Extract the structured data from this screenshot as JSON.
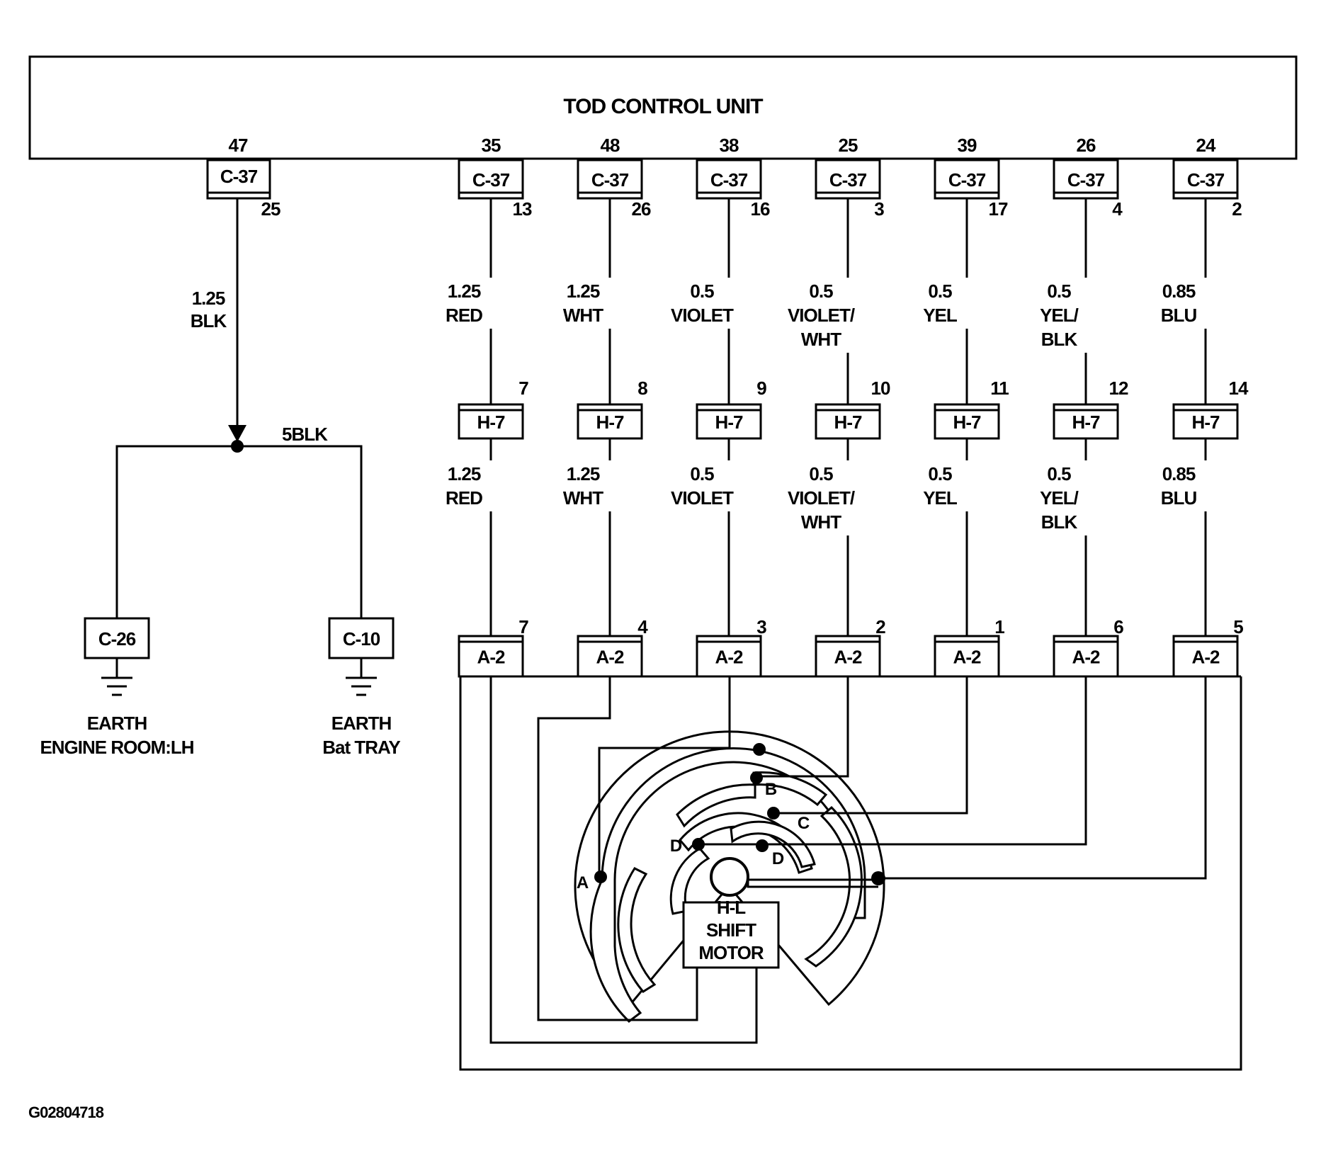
{
  "control_unit": {
    "title": "TOD CONTROL UNIT"
  },
  "ground_circuit": {
    "unit_pin": "47",
    "connector": "C-37",
    "connector_pin": "25",
    "wire_size": "1.25",
    "wire_color": "BLK",
    "splice_label": "5BLK",
    "grounds": [
      {
        "connector": "C-26",
        "label_line1": "EARTH",
        "label_line2": "ENGINE ROOM:LH"
      },
      {
        "connector": "C-10",
        "label_line1": "EARTH",
        "label_line2": "Bat TRAY"
      }
    ]
  },
  "circuits": [
    {
      "unit_pin": "35",
      "c37": "C-37",
      "c37_pin": "13",
      "size": "1.25",
      "color": [
        "RED"
      ],
      "h7": "H-7",
      "h7_pin": "7",
      "a2": "A-2",
      "a2_pin": "7"
    },
    {
      "unit_pin": "48",
      "c37": "C-37",
      "c37_pin": "26",
      "size": "1.25",
      "color": [
        "WHT"
      ],
      "h7": "H-7",
      "h7_pin": "8",
      "a2": "A-2",
      "a2_pin": "4"
    },
    {
      "unit_pin": "38",
      "c37": "C-37",
      "c37_pin": "16",
      "size": "0.5",
      "color": [
        "VIOLET"
      ],
      "h7": "H-7",
      "h7_pin": "9",
      "a2": "A-2",
      "a2_pin": "3"
    },
    {
      "unit_pin": "25",
      "c37": "C-37",
      "c37_pin": "3",
      "size": "0.5",
      "color": [
        "VIOLET/",
        "WHT"
      ],
      "h7": "H-7",
      "h7_pin": "10",
      "a2": "A-2",
      "a2_pin": "2"
    },
    {
      "unit_pin": "39",
      "c37": "C-37",
      "c37_pin": "17",
      "size": "0.5",
      "color": [
        "YEL"
      ],
      "h7": "H-7",
      "h7_pin": "11",
      "a2": "A-2",
      "a2_pin": "1"
    },
    {
      "unit_pin": "26",
      "c37": "C-37",
      "c37_pin": "4",
      "size": "0.5",
      "color": [
        "YEL/",
        "BLK"
      ],
      "h7": "H-7",
      "h7_pin": "12",
      "a2": "A-2",
      "a2_pin": "6"
    },
    {
      "unit_pin": "24",
      "c37": "C-37",
      "c37_pin": "2",
      "size": "0.85",
      "color": [
        "BLU"
      ],
      "h7": "H-7",
      "h7_pin": "14",
      "a2": "A-2",
      "a2_pin": "5"
    }
  ],
  "motor": {
    "name_lines": [
      "H-L",
      "SHIFT",
      "MOTOR"
    ],
    "contacts": {
      "a": "A",
      "b": "B",
      "c": "C",
      "d_left": "D",
      "d_right": "D"
    }
  },
  "figure_id": "G02804718"
}
